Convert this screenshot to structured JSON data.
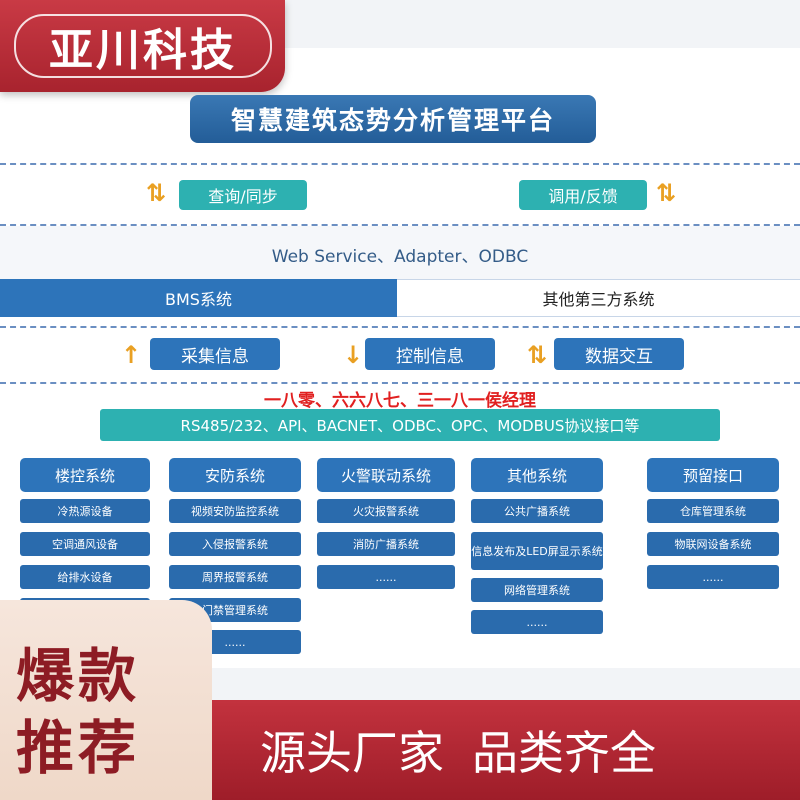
{
  "brand": {
    "name": "亚川科技"
  },
  "title": "智慧建筑态势分析管理平台",
  "sync": {
    "left": "查询/同步",
    "right": "调用/反馈"
  },
  "protocols": "Web Service、Adapter、ODBC",
  "bms": "BMS系统",
  "third_party": "其他第三方系统",
  "flows": [
    "采集信息",
    "控制信息",
    "数据交互"
  ],
  "contact": "一八零、六六八七、三一八一侯经理",
  "interfaces": "RS485/232、API、BACNET、ODBC、OPC、MODBUS协议接口等",
  "columns": [
    {
      "head": "楼控系统",
      "items": [
        "冷热源设备",
        "空调通风设备",
        "给排水设备",
        ""
      ]
    },
    {
      "head": "安防系统",
      "items": [
        "视频安防监控系统",
        "入侵报警系统",
        "周界报警系统",
        "门禁管理系统",
        "......"
      ]
    },
    {
      "head": "火警联动系统",
      "items": [
        "火灾报警系统",
        "消防广播系统",
        "......"
      ]
    },
    {
      "head": "其他系统",
      "items": [
        "公共广播系统",
        "信息发布及LED屏显示系统",
        "网络管理系统",
        "......"
      ]
    },
    {
      "head": "预留接口",
      "items": [
        "仓库管理系统",
        "物联网设备系统",
        "......"
      ]
    }
  ],
  "promo": {
    "hot": "爆款推荐",
    "slogan": [
      "源头厂家",
      "品类齐全"
    ]
  },
  "colors": {
    "primary_blue": "#2d74ba",
    "teal": "#2db1b1",
    "brand_red": "#b22a35",
    "contact_red": "#e12020",
    "arrow_orange": "#e9a023"
  }
}
